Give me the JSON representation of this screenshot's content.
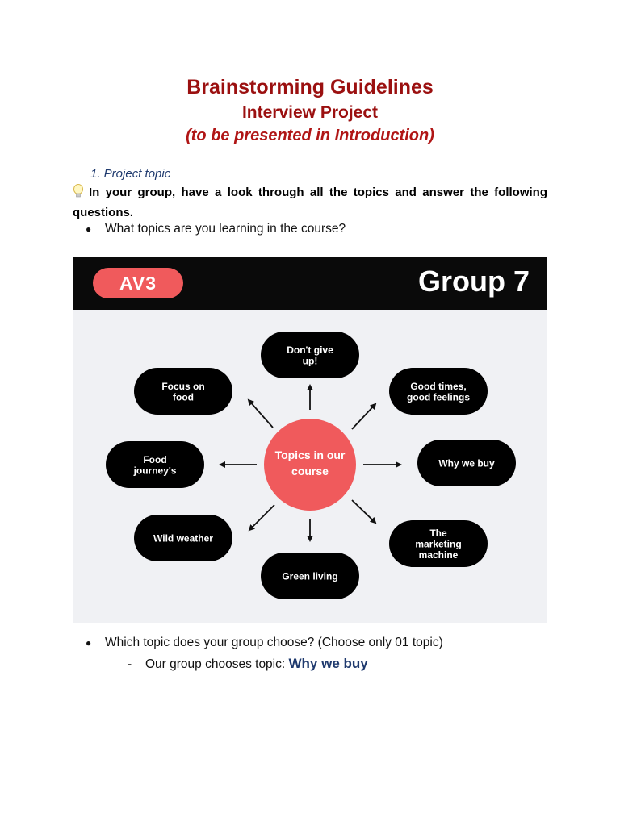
{
  "document": {
    "title": "Brainstorming Guidelines",
    "subtitle": "Interview Project",
    "note": "(to be presented in Introduction)",
    "section_heading": "1. Project topic",
    "intro": "In your group, have a look through all the topics and answer the following questions.",
    "bullet_1": "What topics are you learning in the course?",
    "bullet_2": "Which topic does your group choose? (Choose only 01 topic)",
    "sub_prefix": "Our group chooses topic: ",
    "sub_answer": "Why we buy"
  },
  "figure": {
    "class_tag": "AV3",
    "group_label": "Group 7",
    "center_lines": [
      "Topics in our",
      "course"
    ],
    "topics": [
      {
        "lines": [
          "Don't give",
          "up!"
        ]
      },
      {
        "lines": [
          "Good times,",
          "good feelings"
        ]
      },
      {
        "lines": [
          "Why we buy"
        ]
      },
      {
        "lines": [
          "The",
          "marketing",
          "machine"
        ]
      },
      {
        "lines": [
          "Green living"
        ]
      },
      {
        "lines": [
          "Wild weather"
        ]
      },
      {
        "lines": [
          "Food",
          "journey's"
        ]
      },
      {
        "lines": [
          "Focus on",
          "food"
        ]
      }
    ],
    "colors": {
      "accent": "#f05a5c",
      "node": "#000000",
      "title": "#9b1010",
      "link": "#1f3a6e"
    }
  }
}
